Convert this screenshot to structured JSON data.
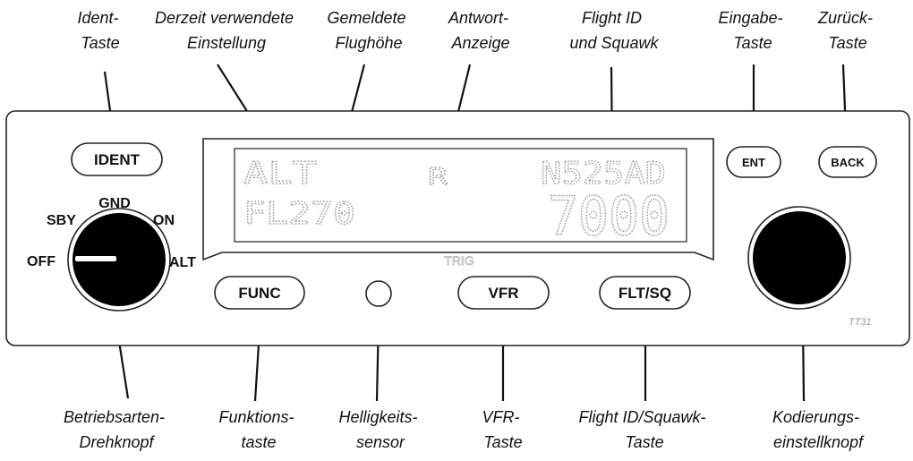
{
  "callouts": {
    "ident_key": [
      "Ident-",
      "Taste"
    ],
    "current_setting": [
      "Derzeit verwendete",
      "Einstellung"
    ],
    "reported_altitude": [
      "Gemeldete",
      "Flughöhe"
    ],
    "reply_indicator": [
      "Antwort-",
      "Anzeige"
    ],
    "flight_id_squawk": [
      "Flight ID",
      "und Squawk"
    ],
    "enter_key": [
      "Eingabe-",
      "Taste"
    ],
    "back_key": [
      "Zurück-",
      "Taste"
    ],
    "mode_knob": [
      "Betriebsarten-",
      "Drehknopf"
    ],
    "function_key": [
      "Funktions-",
      "taste"
    ],
    "brightness_sensor": [
      "Helligkeits-",
      "sensor"
    ],
    "vfr_key": [
      "VFR-",
      "Taste"
    ],
    "flt_sq_key": [
      "Flight ID/Squawk-",
      "Taste"
    ],
    "code_knob": [
      "Kodierungs-",
      "einstellknopf"
    ]
  },
  "buttons": {
    "ident": "IDENT",
    "ent": "ENT",
    "back": "BACK",
    "func": "FUNC",
    "vfr": "VFR",
    "flt_sq": "FLT/SQ"
  },
  "mode_positions": {
    "off": "OFF",
    "sby": "SBY",
    "gnd": "GND",
    "on": "ON",
    "alt": "ALT"
  },
  "display": {
    "mode": "ALT",
    "reply_symbol": "R",
    "flight_id": "N525AD",
    "flight_level": "FL270",
    "squawk": "7000"
  },
  "branding": {
    "logo": "TRIG",
    "model": "TT31"
  }
}
